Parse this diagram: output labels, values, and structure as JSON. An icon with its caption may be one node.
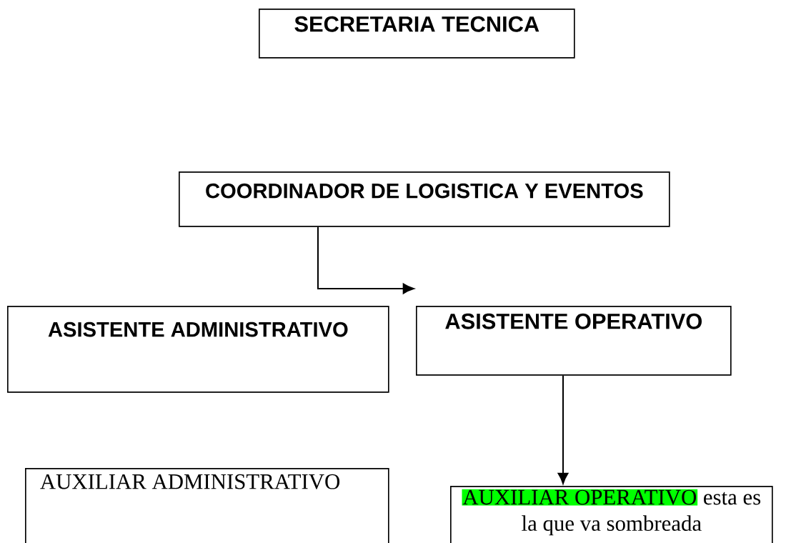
{
  "diagram": {
    "nodes": [
      {
        "text": [
          "SECRETARIA TECNICA"
        ]
      },
      {
        "text": [
          "COORDINADOR DE LOGISTICA Y EVENTOS"
        ]
      },
      {
        "text": [
          "ASISTENTE ADMINISTRATIVO"
        ]
      },
      {
        "text": [
          "ASISTENTE OPERATIVO"
        ]
      },
      {
        "text": [
          "AUXILIAR ADMINISTRATIVO"
        ]
      },
      {
        "text": [
          "AUXILIAR OPERATIVO",
          "esta es la que va sombreada"
        ]
      }
    ],
    "edges": [
      {
        "from": 1,
        "to": 3,
        "arrow": "to"
      },
      {
        "from": 3,
        "to": 5,
        "arrow": "to"
      }
    ]
  }
}
